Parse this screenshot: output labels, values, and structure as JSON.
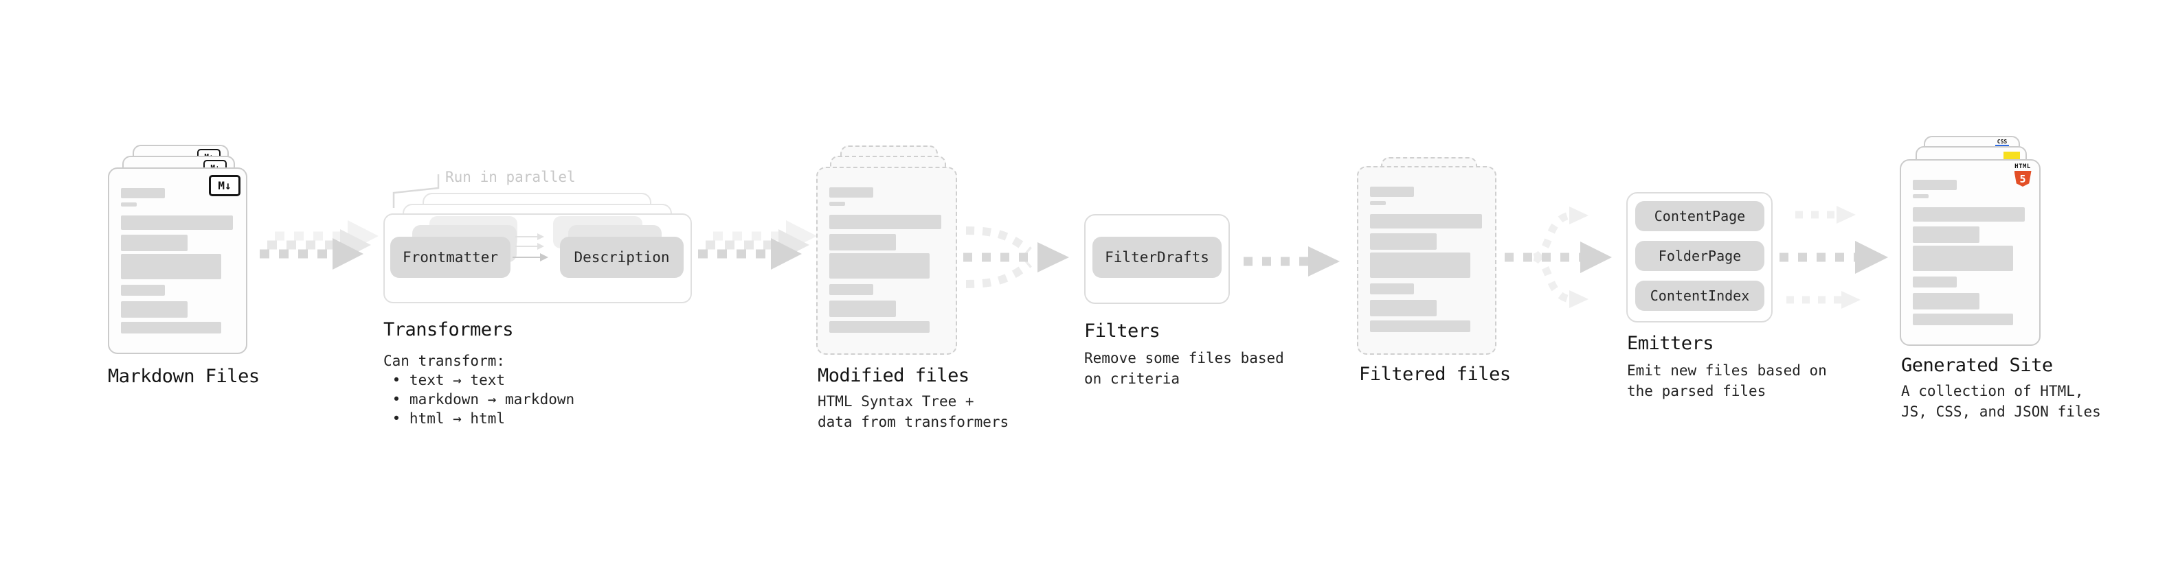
{
  "stages": {
    "markdown_files": {
      "label": "Markdown Files",
      "badge": "M↓"
    },
    "transformers": {
      "label": "Transformers",
      "annotation": "Run in parallel",
      "frontmatter": "Frontmatter",
      "description": "Description",
      "details": "Can transform:\n • text → text\n • markdown → markdown\n • html → html"
    },
    "modified_files": {
      "label": "Modified files",
      "details": "HTML Syntax Tree +\ndata from transformers"
    },
    "filters": {
      "label": "Filters",
      "box": "FilterDrafts",
      "details": "Remove some files based\non criteria"
    },
    "filtered_files": {
      "label": "Filtered files"
    },
    "emitters": {
      "label": "Emitters",
      "boxes": [
        "ContentPage",
        "FolderPage",
        "ContentIndex"
      ],
      "details": "Emit new files based on\nthe parsed files"
    },
    "generated_site": {
      "label": "Generated Site",
      "details": "A collection of HTML,\nJS, CSS, and JSON files",
      "badges": {
        "html_label": "HTML",
        "html_number": "5",
        "css": "CSS"
      }
    }
  },
  "colors": {
    "html5_orange": "#e34f26",
    "js_yellow": "#f7df1e",
    "css_blue": "#2d6ae3"
  }
}
